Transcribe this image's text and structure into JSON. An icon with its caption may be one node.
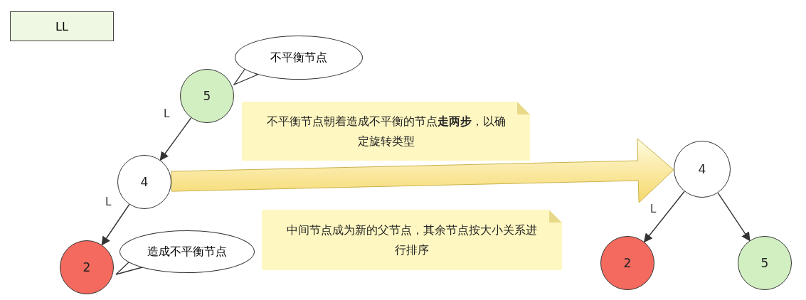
{
  "diagram": {
    "nodes": [
      {
        "text": [
          "LL"
        ]
      },
      {
        "text": [
          "不平衡节点"
        ]
      },
      {
        "text": [
          "5"
        ]
      },
      {
        "text": [
          "4"
        ]
      },
      {
        "text": [
          "2"
        ]
      },
      {
        "text": [
          "造成不平衡节点"
        ]
      },
      {
        "text": [
          "不平衡节点朝着造成不平衡的节点**走两步**，以确定旋转类型"
        ]
      },
      {
        "text": [
          "中间节点成为新的父节点，其余节点按大小关系进行排序"
        ]
      },
      {
        "text": [
          "4"
        ]
      },
      {
        "text": [
          "2"
        ]
      },
      {
        "text": [
          "5"
        ]
      }
    ],
    "edges": [
      {
        "from": 2,
        "to": 3,
        "arrow": "to",
        "label": "L"
      },
      {
        "from": 3,
        "to": 4,
        "arrow": "to",
        "label": "L"
      },
      {
        "from": 3,
        "to": 8,
        "arrow": "to",
        "style": "thick",
        "color": "#f5d86a"
      },
      {
        "from": 8,
        "to": 9,
        "arrow": "to",
        "label": "L"
      },
      {
        "from": 8,
        "to": 10,
        "arrow": "to"
      }
    ]
  }
}
